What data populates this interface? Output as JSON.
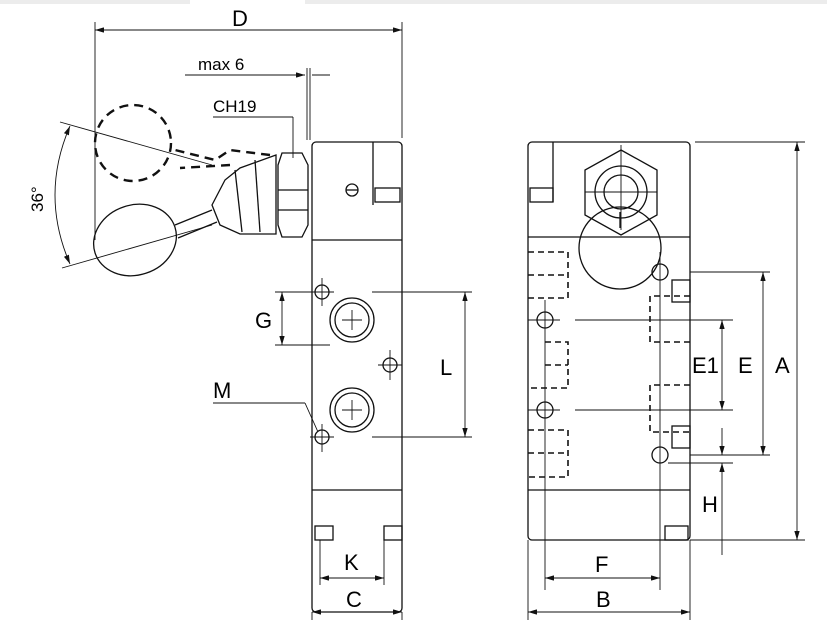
{
  "labels": {
    "D": "D",
    "max6": "max 6",
    "CH19": "CH19",
    "angle": "36°",
    "G": "G",
    "L": "L",
    "M": "M",
    "K": "K",
    "C": "C",
    "F": "F",
    "B": "B",
    "E1": "E1",
    "E": "E",
    "A": "A",
    "H": "H"
  }
}
